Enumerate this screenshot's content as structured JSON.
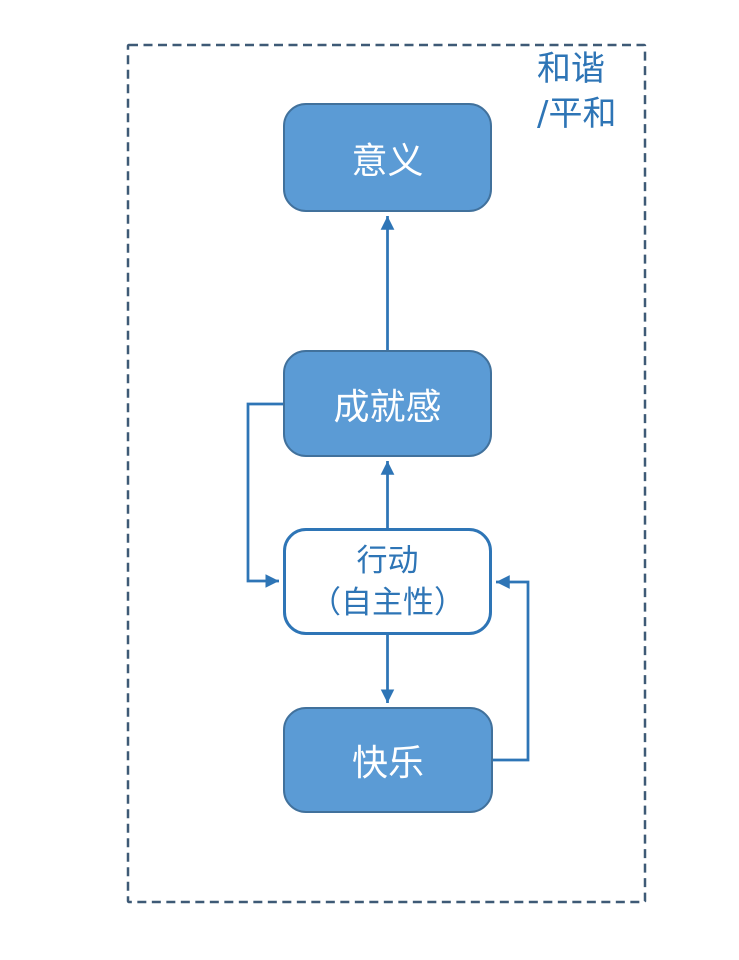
{
  "colors": {
    "node_fill": "#5b9bd5",
    "node_border": "#41719c",
    "node_text": "#ffffff",
    "outline_node_fill": "#ffffff",
    "outline_node_border": "#2e75b6",
    "outline_node_text": "#2e75b6",
    "connector": "#2e75b6",
    "boundary_dash": "#3e5a76",
    "corner_label_text": "#2e75b6",
    "page_bg": "#ffffff"
  },
  "diagram": {
    "corner_label": {
      "line1": "和谐",
      "line2": "/平和"
    },
    "nodes": [
      {
        "id": "meaning",
        "label": "意义",
        "style": "filled"
      },
      {
        "id": "achievement",
        "label": "成就感",
        "style": "filled"
      },
      {
        "id": "action",
        "label_line1": "行动",
        "label_line2": "（自主性）",
        "style": "outline"
      },
      {
        "id": "happiness",
        "label": "快乐",
        "style": "filled"
      }
    ],
    "connectors": [
      {
        "from": "achievement",
        "to": "meaning",
        "route": "straight-up"
      },
      {
        "from": "action",
        "to": "achievement",
        "route": "straight-up"
      },
      {
        "from": "action",
        "to": "happiness",
        "route": "straight-down"
      },
      {
        "from": "achievement",
        "to": "action",
        "route": "left-loop"
      },
      {
        "from": "happiness",
        "to": "action",
        "route": "right-loop"
      }
    ]
  }
}
